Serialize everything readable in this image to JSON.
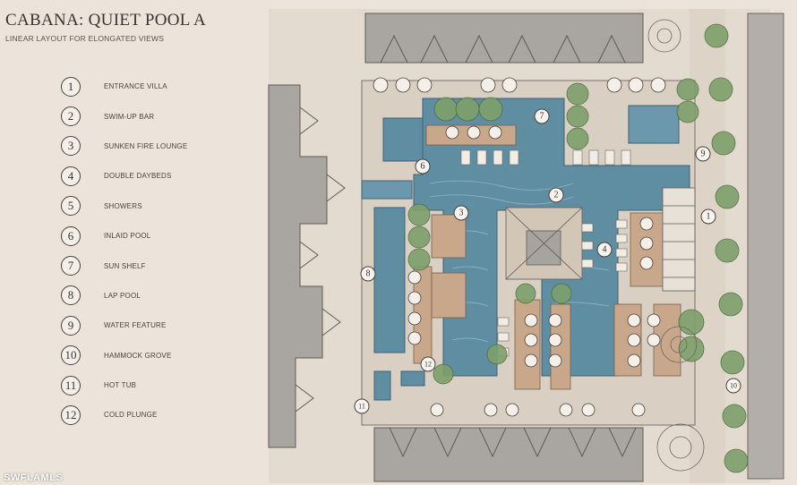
{
  "title": "CABANA: QUIET POOL A",
  "subtitle": "LINEAR LAYOUT FOR ELONGATED VIEWS",
  "legend": [
    {
      "num": "1",
      "label": "ENTRANCE VILLA"
    },
    {
      "num": "2",
      "label": "SWIM-UP BAR"
    },
    {
      "num": "3",
      "label": "SUNKEN FIRE LOUNGE"
    },
    {
      "num": "4",
      "label": "DOUBLE DAYBEDS"
    },
    {
      "num": "5",
      "label": "SHOWERS"
    },
    {
      "num": "6",
      "label": "INLAID POOL"
    },
    {
      "num": "7",
      "label": "SUN SHELF"
    },
    {
      "num": "8",
      "label": "LAP POOL"
    },
    {
      "num": "9",
      "label": "WATER FEATURE"
    },
    {
      "num": "10",
      "label": "HAMMOCK GROVE"
    },
    {
      "num": "11",
      "label": "HOT TUB"
    },
    {
      "num": "12",
      "label": "COLD PLUNGE"
    }
  ],
  "callouts": [
    "1",
    "2",
    "3",
    "4",
    "6",
    "7",
    "8",
    "9",
    "10",
    "11",
    "12"
  ],
  "watermark": "SWFLAMLS",
  "colors": {
    "background": "#ece4da",
    "pool": "#5f8ea3",
    "deck": "#ddd5c9",
    "building": "#a8a5a1",
    "wood": "#c9a78a",
    "tree": "#7ea06b"
  }
}
